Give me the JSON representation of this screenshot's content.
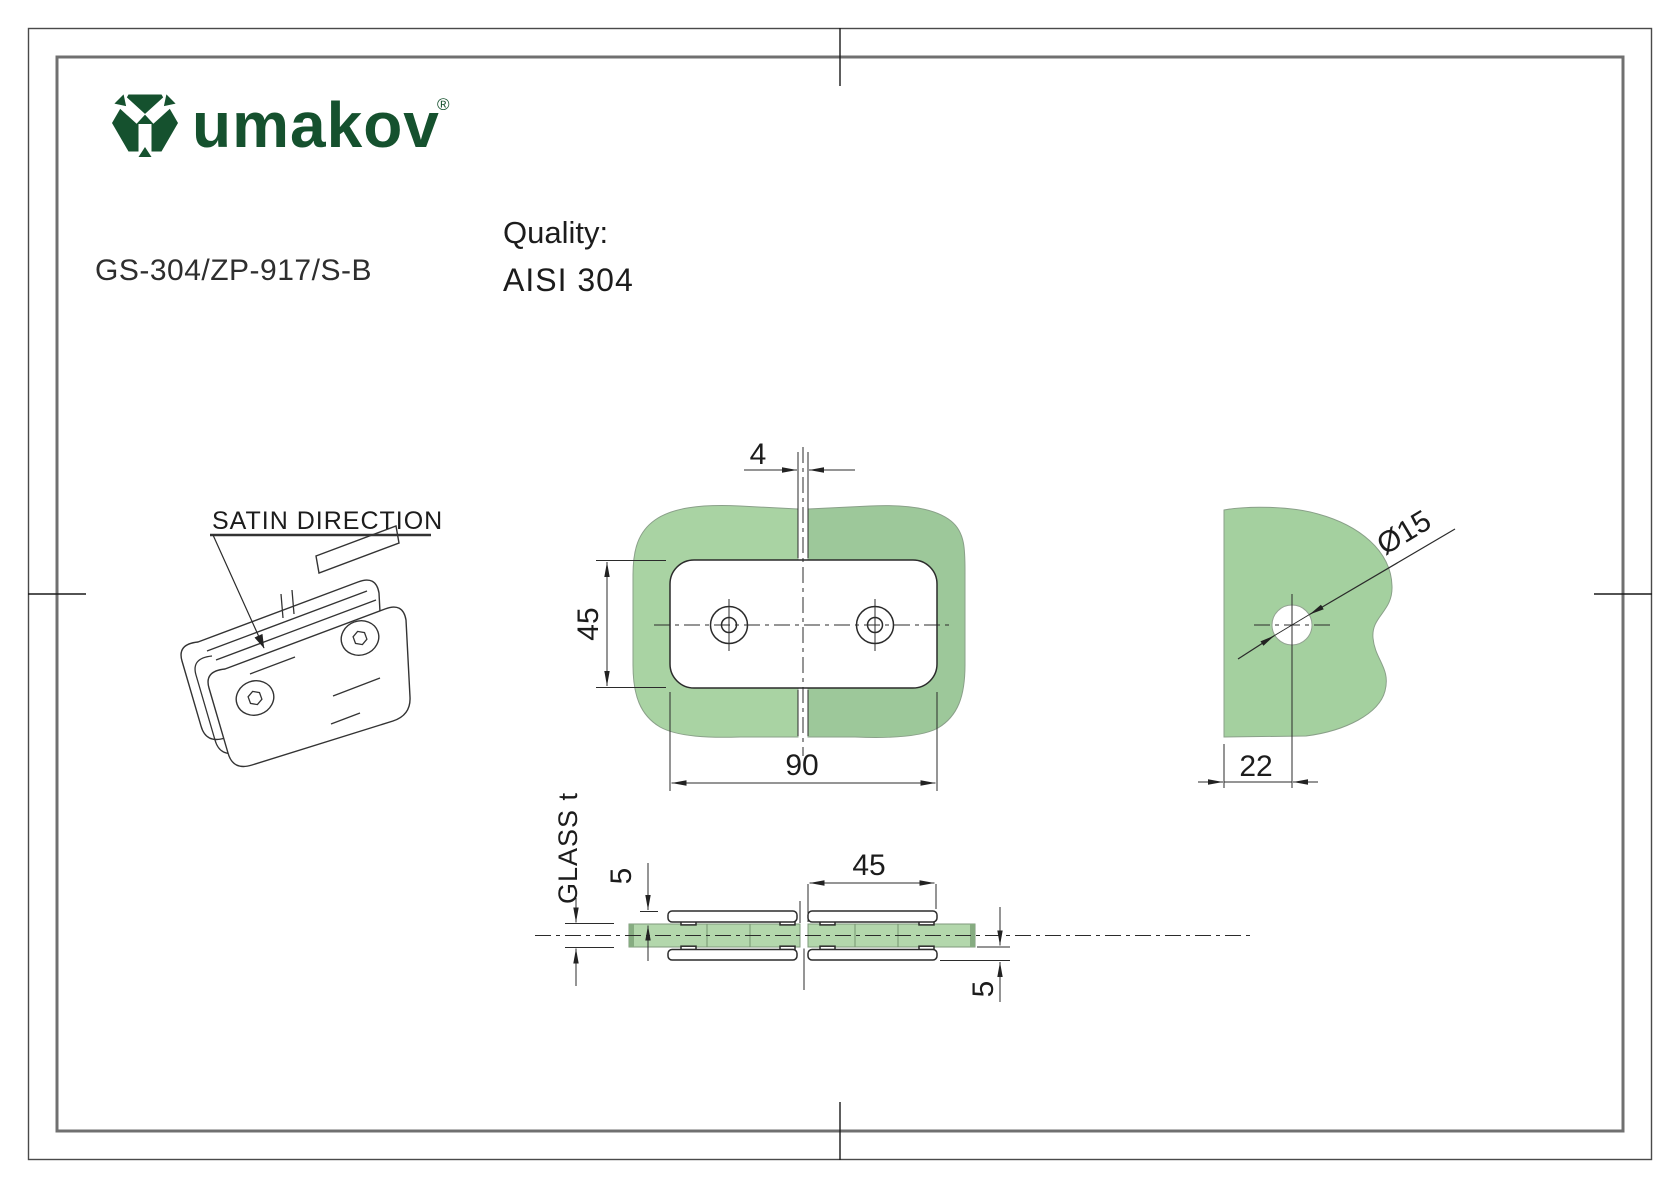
{
  "colors": {
    "brand_green": "#15512e",
    "glass_green_light": "#a9d3a3",
    "glass_green_mid": "#9dc89a",
    "glass_green_side": "#a4d09f",
    "glass_green_section": "#b3d7ac",
    "glass_green_edge": "#86ac81",
    "line": "#2b2b2b"
  },
  "logo": {
    "brand": "umakov",
    "registered": "®"
  },
  "header": {
    "product_code": "GS-304/ZP-917/S-B",
    "quality_label": "Quality:",
    "quality_value": "AISI 304"
  },
  "isometric_view": {
    "callout": "SATIN DIRECTION"
  },
  "front_view": {
    "gap": "4",
    "height": "45",
    "width": "90"
  },
  "side_view": {
    "diameter": "Ø15",
    "edge_distance": "22"
  },
  "section_view": {
    "glass_label": "GLASS t",
    "top_offset": "5",
    "plate_width": "45",
    "bottom_offset": "5"
  }
}
